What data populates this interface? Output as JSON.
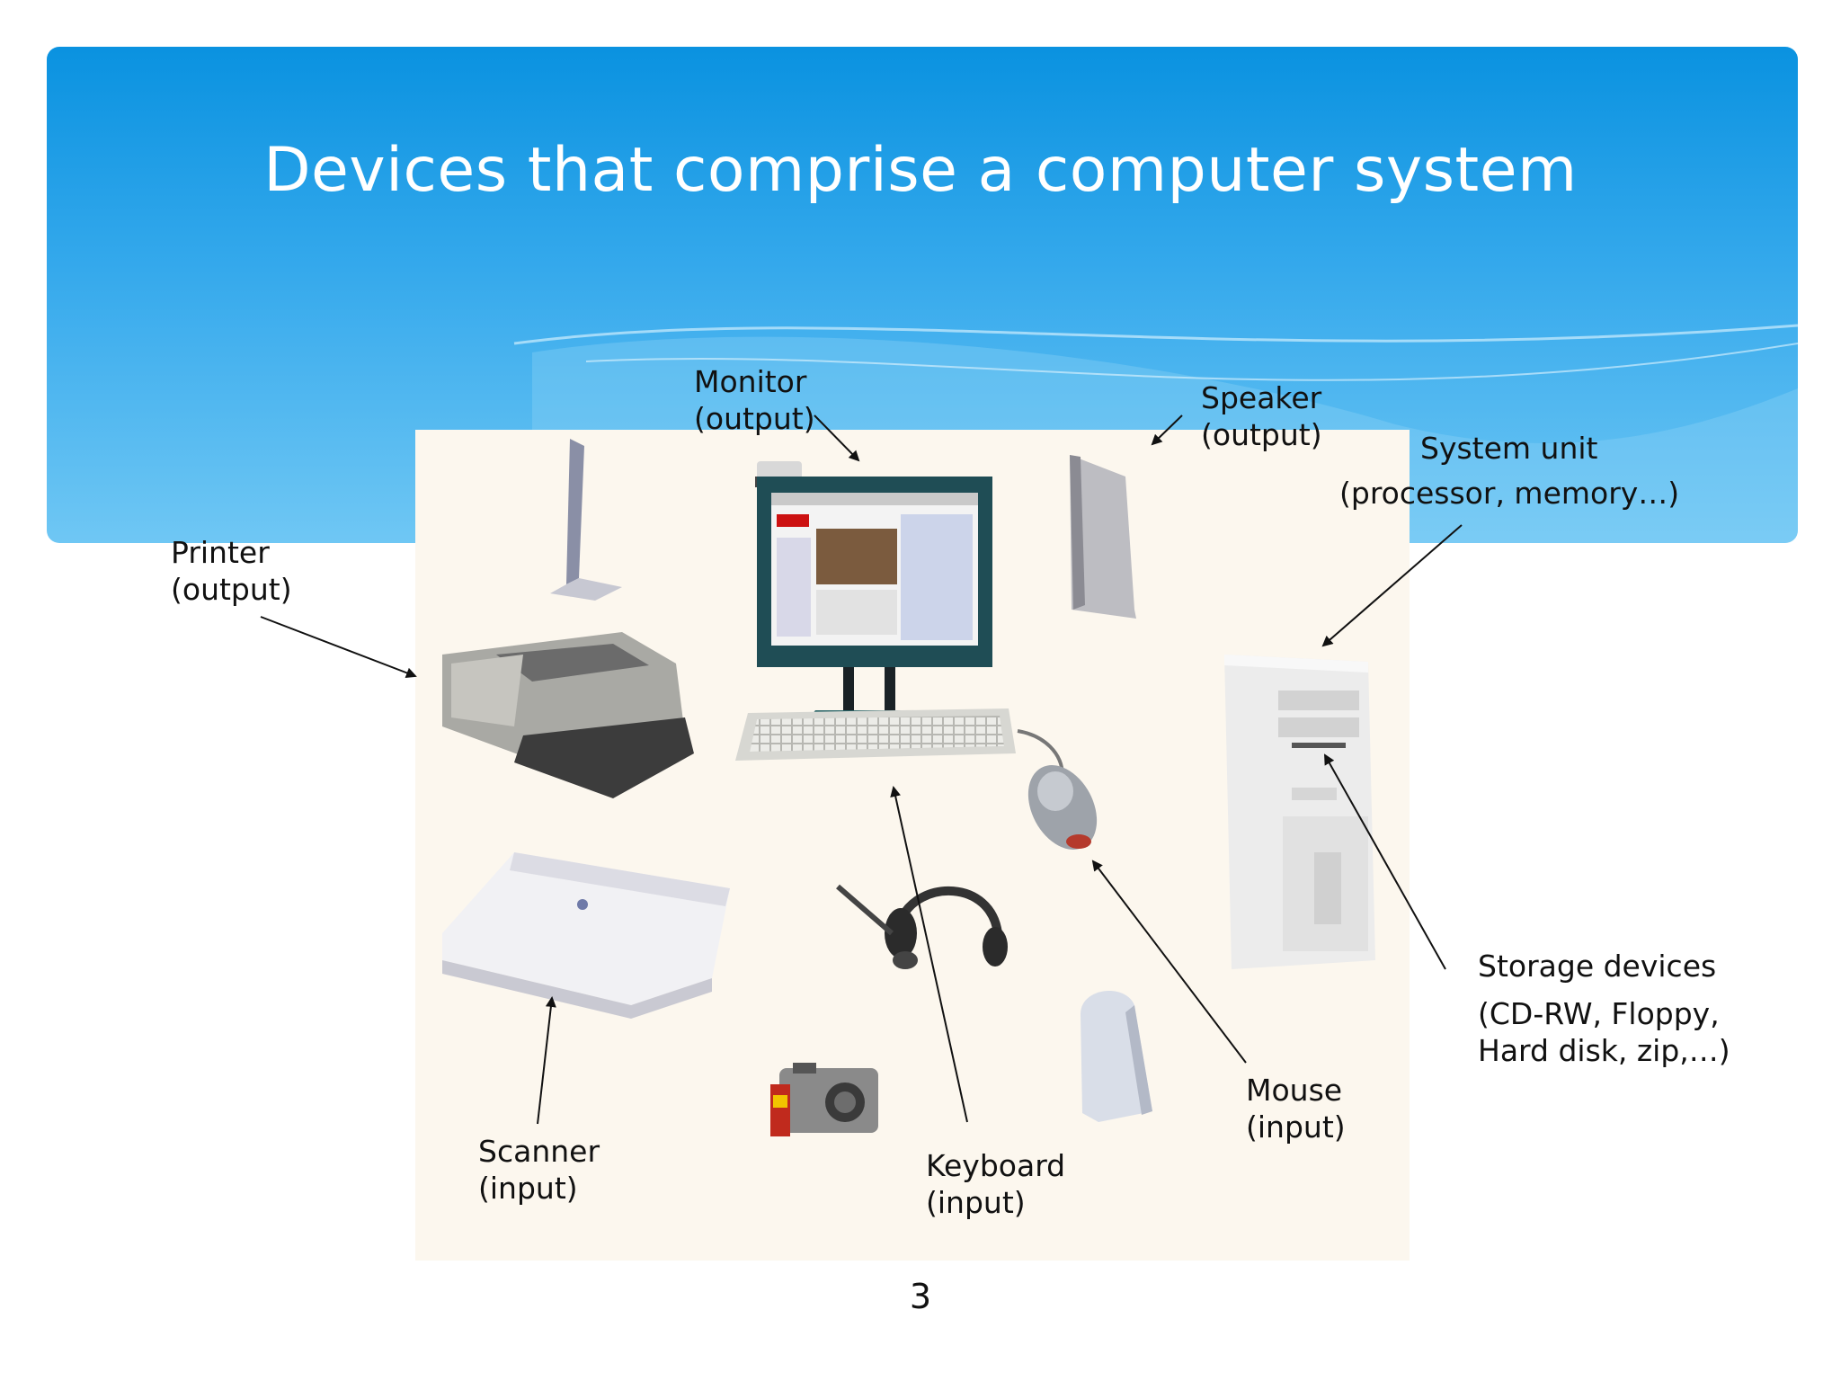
{
  "slide": {
    "title": "Devices that comprise a computer system",
    "page_number": "3"
  },
  "labels": {
    "monitor": {
      "name": "Monitor",
      "role": "(output)"
    },
    "speaker": {
      "name": "Speaker",
      "role": "(output)"
    },
    "system_unit": {
      "name": "System unit",
      "role": "(processor, memory…)"
    },
    "printer": {
      "name": "Printer",
      "role": "(output)"
    },
    "storage": {
      "name": "Storage devices",
      "line2": "(CD-RW, Floppy,",
      "line3": "Hard disk, zip,…)"
    },
    "mouse": {
      "name": "Mouse",
      "role": "(input)"
    },
    "keyboard": {
      "name": "Keyboard",
      "role": "(input)"
    },
    "scanner": {
      "name": "Scanner",
      "role": "(input)"
    }
  },
  "icons": [
    "monitor-icon",
    "speaker-icon",
    "printer-icon",
    "keyboard-icon",
    "mouse-icon",
    "scanner-icon",
    "headset-icon",
    "camera-icon",
    "zip-drive-icon",
    "system-unit-icon"
  ],
  "colors": {
    "banner_top": "#0a92e0",
    "banner_bottom": "#6fc7f4",
    "photo_bg": "#fcf7ee"
  }
}
